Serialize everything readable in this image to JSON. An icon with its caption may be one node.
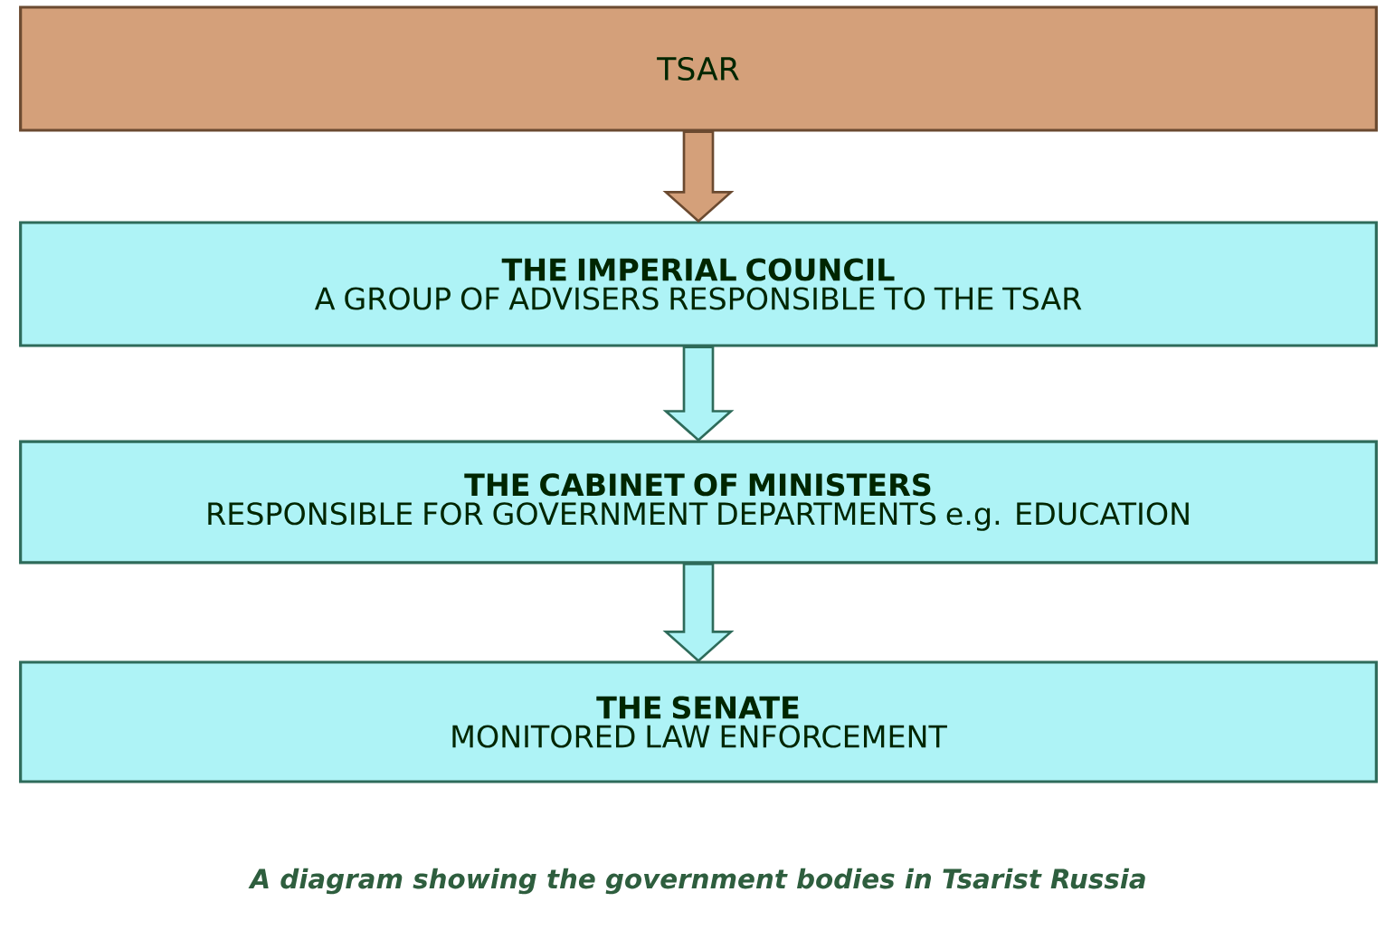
{
  "diagram": {
    "caption": "A diagram showing the government bodies in Tsarist Russia",
    "nodes": [
      {
        "text": [
          "TSAR"
        ]
      },
      {
        "text": [
          "THE IMPERIAL COUNCIL",
          "A GROUP OF ADVISERS RESPONSIBLE TO THE TSAR"
        ]
      },
      {
        "text": [
          "THE CABINET OF MINISTERS",
          "RESPONSIBLE FOR GOVERNMENT DEPARTMENTS e.g. EDUCATION"
        ]
      },
      {
        "text": [
          "THE SENATE",
          "MONITORED LAW ENFORCEMENT"
        ]
      }
    ],
    "edges": [
      {
        "from": 0,
        "to": 1,
        "arrow": "to",
        "color": "#d4a07a"
      },
      {
        "from": 1,
        "to": 2,
        "arrow": "to"
      },
      {
        "from": 2,
        "to": 3,
        "arrow": "to"
      }
    ]
  }
}
